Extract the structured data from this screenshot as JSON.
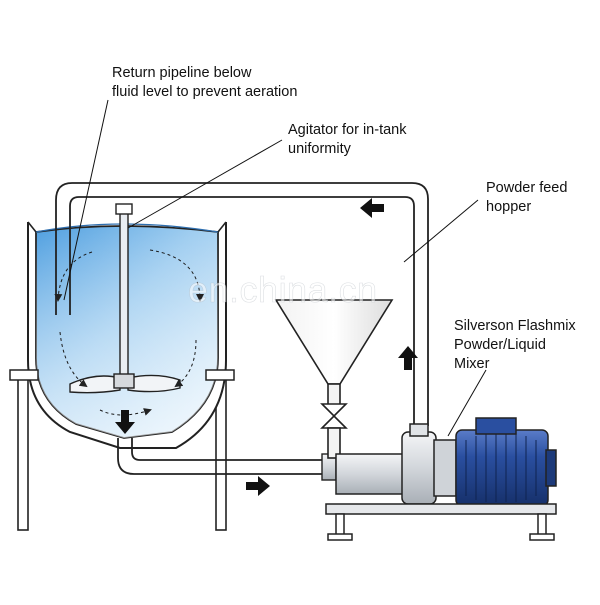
{
  "labels": {
    "return_pipeline_line1": "Return pipeline below",
    "return_pipeline_line2": "fluid level to prevent aeration",
    "agitator_line1": "Agitator for in-tank",
    "agitator_line2": "uniformity",
    "hopper_line1": "Powder feed",
    "hopper_line2": "hopper",
    "mixer_line1": "Silverson Flashmix",
    "mixer_line2": "Powder/Liquid",
    "mixer_line3": "Mixer"
  },
  "watermark": "en.china.cn",
  "colors": {
    "liquid": "#9fcdf0",
    "liquid_deep": "#4f9fe0",
    "motor": "#2a4fa0",
    "motor_dark": "#1d3a7a",
    "outline": "#222222",
    "pipe_fill": "#ffffff",
    "metal": "#d6d9dd"
  },
  "flow_arrows": [
    "down",
    "right",
    "up",
    "left"
  ]
}
